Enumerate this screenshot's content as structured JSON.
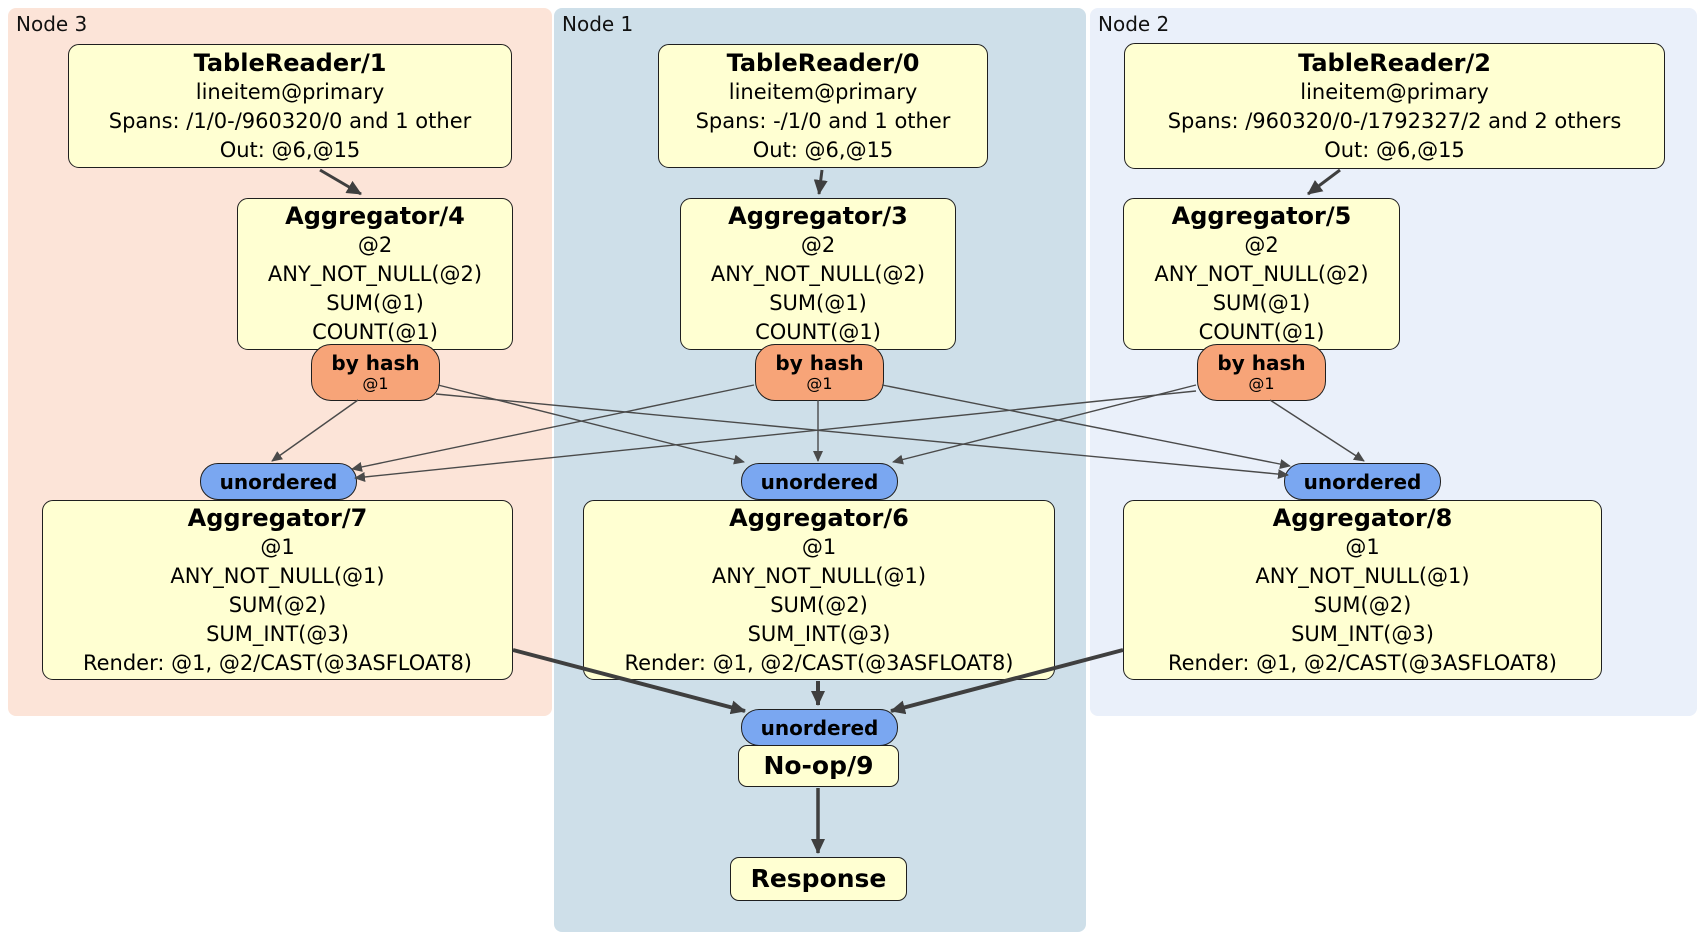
{
  "regions": [
    {
      "label": "Node 3",
      "color": "#fce4d8"
    },
    {
      "label": "Node 1",
      "color": "#cedfe9"
    },
    {
      "label": "Node 2",
      "color": "#eaf0fa"
    }
  ],
  "router": {
    "label": "by hash",
    "sub": "@1"
  },
  "sync": {
    "label": "unordered"
  },
  "colors": {
    "box_fill": "#ffffd2",
    "box_border": "#1f1f1f",
    "router_fill": "#f7a478",
    "sync_fill": "#7aa7f1",
    "edge": "#3f3f3f",
    "node3_bg": "#fce4d8",
    "node1_bg": "#cedfe9",
    "node2_bg": "#eaf0fa"
  },
  "processors": {
    "tr1": {
      "title": "TableReader/1",
      "lines": [
        "lineitem@primary",
        "Spans: /1/0-/960320/0 and 1 other",
        "Out: @6,@15"
      ]
    },
    "tr0": {
      "title": "TableReader/0",
      "lines": [
        "lineitem@primary",
        "Spans: -/1/0 and 1 other",
        "Out: @6,@15"
      ]
    },
    "tr2": {
      "title": "TableReader/2",
      "lines": [
        "lineitem@primary",
        "Spans: /960320/0-/1792327/2 and 2 others",
        "Out: @6,@15"
      ]
    },
    "agg4": {
      "title": "Aggregator/4",
      "lines": [
        "@2",
        "ANY_NOT_NULL(@2)",
        "SUM(@1)",
        "COUNT(@1)"
      ]
    },
    "agg3": {
      "title": "Aggregator/3",
      "lines": [
        "@2",
        "ANY_NOT_NULL(@2)",
        "SUM(@1)",
        "COUNT(@1)"
      ]
    },
    "agg5": {
      "title": "Aggregator/5",
      "lines": [
        "@2",
        "ANY_NOT_NULL(@2)",
        "SUM(@1)",
        "COUNT(@1)"
      ]
    },
    "agg7": {
      "title": "Aggregator/7",
      "lines": [
        "@1",
        "ANY_NOT_NULL(@1)",
        "SUM(@2)",
        "SUM_INT(@3)",
        "Render: @1, @2/CAST(@3ASFLOAT8)"
      ]
    },
    "agg6": {
      "title": "Aggregator/6",
      "lines": [
        "@1",
        "ANY_NOT_NULL(@1)",
        "SUM(@2)",
        "SUM_INT(@3)",
        "Render: @1, @2/CAST(@3ASFLOAT8)"
      ]
    },
    "agg8": {
      "title": "Aggregator/8",
      "lines": [
        "@1",
        "ANY_NOT_NULL(@1)",
        "SUM(@2)",
        "SUM_INT(@3)",
        "Render: @1, @2/CAST(@3ASFLOAT8)"
      ]
    },
    "noop9": {
      "title": "No-op/9"
    },
    "response": {
      "title": "Response"
    }
  }
}
